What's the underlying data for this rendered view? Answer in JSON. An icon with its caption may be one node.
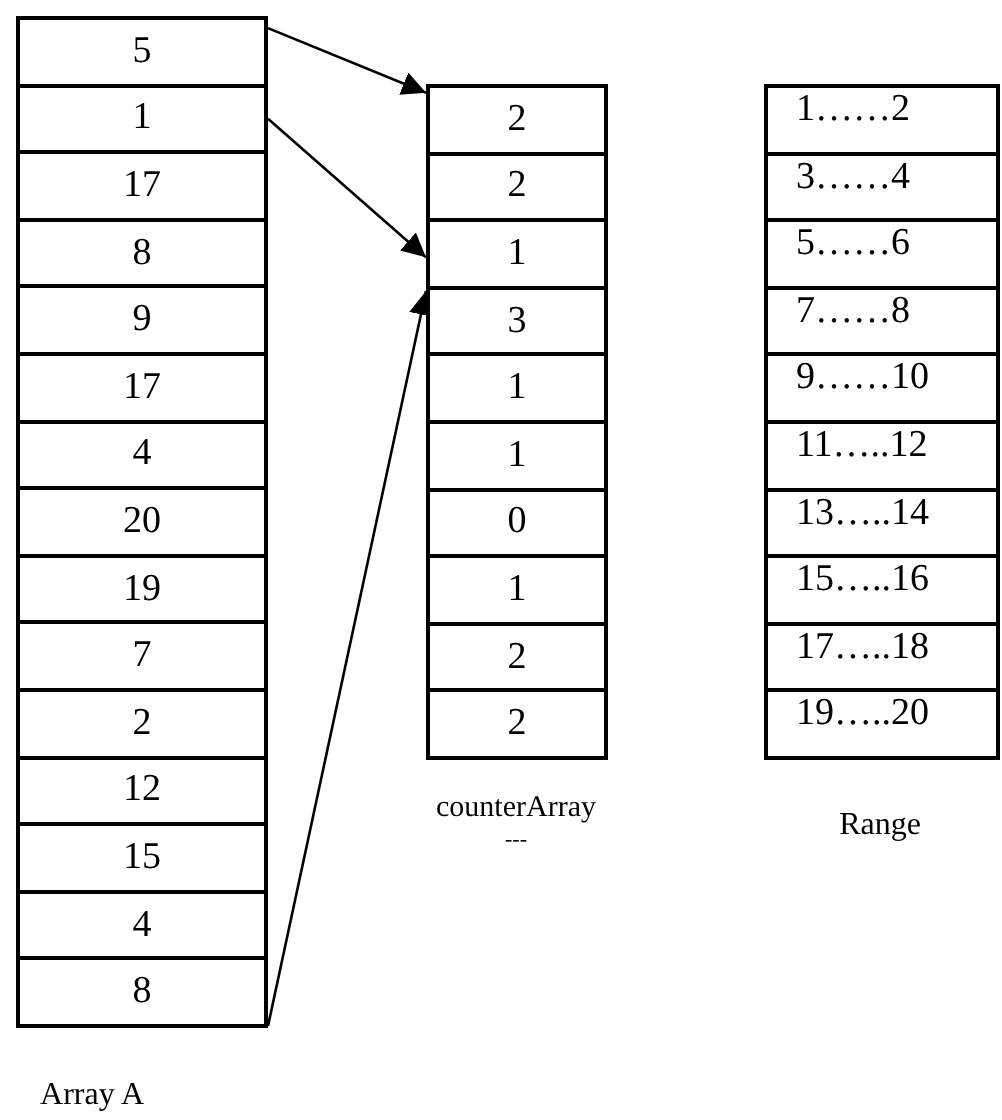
{
  "diagram": {
    "nodes": [
      {
        "text": [
          "5"
        ]
      },
      {
        "text": [
          "1"
        ]
      },
      {
        "text": [
          "17"
        ]
      },
      {
        "text": [
          "8"
        ]
      },
      {
        "text": [
          "9"
        ]
      },
      {
        "text": [
          "17"
        ]
      },
      {
        "text": [
          "4"
        ]
      },
      {
        "text": [
          "20"
        ]
      },
      {
        "text": [
          "19"
        ]
      },
      {
        "text": [
          "7"
        ]
      },
      {
        "text": [
          "2"
        ]
      },
      {
        "text": [
          "12"
        ]
      },
      {
        "text": [
          "15"
        ]
      },
      {
        "text": [
          "4"
        ]
      },
      {
        "text": [
          "8"
        ]
      },
      {
        "text": [
          "2"
        ]
      },
      {
        "text": [
          "2"
        ]
      },
      {
        "text": [
          "1"
        ]
      },
      {
        "text": [
          "3"
        ]
      },
      {
        "text": [
          "1"
        ]
      },
      {
        "text": [
          "1"
        ]
      },
      {
        "text": [
          "0"
        ]
      },
      {
        "text": [
          "1"
        ]
      },
      {
        "text": [
          "2"
        ]
      },
      {
        "text": [
          "2"
        ]
      },
      {
        "text": [
          "1……2"
        ]
      },
      {
        "text": [
          "3……4"
        ]
      },
      {
        "text": [
          "5……6"
        ]
      },
      {
        "text": [
          "7……8"
        ]
      },
      {
        "text": [
          "9……10"
        ]
      },
      {
        "text": [
          "11…..12"
        ]
      },
      {
        "text": [
          "13…..14"
        ]
      },
      {
        "text": [
          "15…..16"
        ]
      },
      {
        "text": [
          "17…..18"
        ]
      },
      {
        "text": [
          "19…..20"
        ]
      }
    ],
    "edges": [
      {
        "from": 0,
        "to": 15,
        "arrow": "to"
      },
      {
        "from": 1,
        "to": 17,
        "arrow": "to"
      },
      {
        "from": 14,
        "to": 18,
        "arrow": "to"
      }
    ],
    "labels": [
      "counterArray",
      "---",
      "Range",
      "Array A"
    ]
  }
}
